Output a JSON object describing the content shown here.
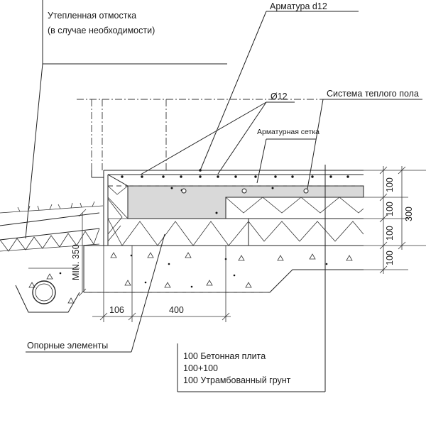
{
  "labels": {
    "insulated_blind_area_line1": "Утепленная отмостка",
    "insulated_blind_area_line2": "(в случае необходимости)",
    "rebar_d12": "Арматура d12",
    "phi12": "Ø12",
    "underfloor_heating": "Система теплого пола",
    "rebar_mesh": "Арматурная сетка",
    "support_elements": "Опорные элементы"
  },
  "layers": {
    "line1": "100 Бетонная плита",
    "line2": "100+100",
    "line3": "100 Утрамбованный грунт"
  },
  "dimensions": {
    "right_100_a": "100",
    "right_100_b": "100",
    "right_100_c": "100",
    "right_100_d": "100",
    "right_300": "300",
    "min_350": "MIN. 350",
    "bottom_106": "106",
    "bottom_400": "400"
  },
  "colors": {
    "slab_fill": "#d9d9d9",
    "line": "#222222",
    "background": "#ffffff"
  }
}
